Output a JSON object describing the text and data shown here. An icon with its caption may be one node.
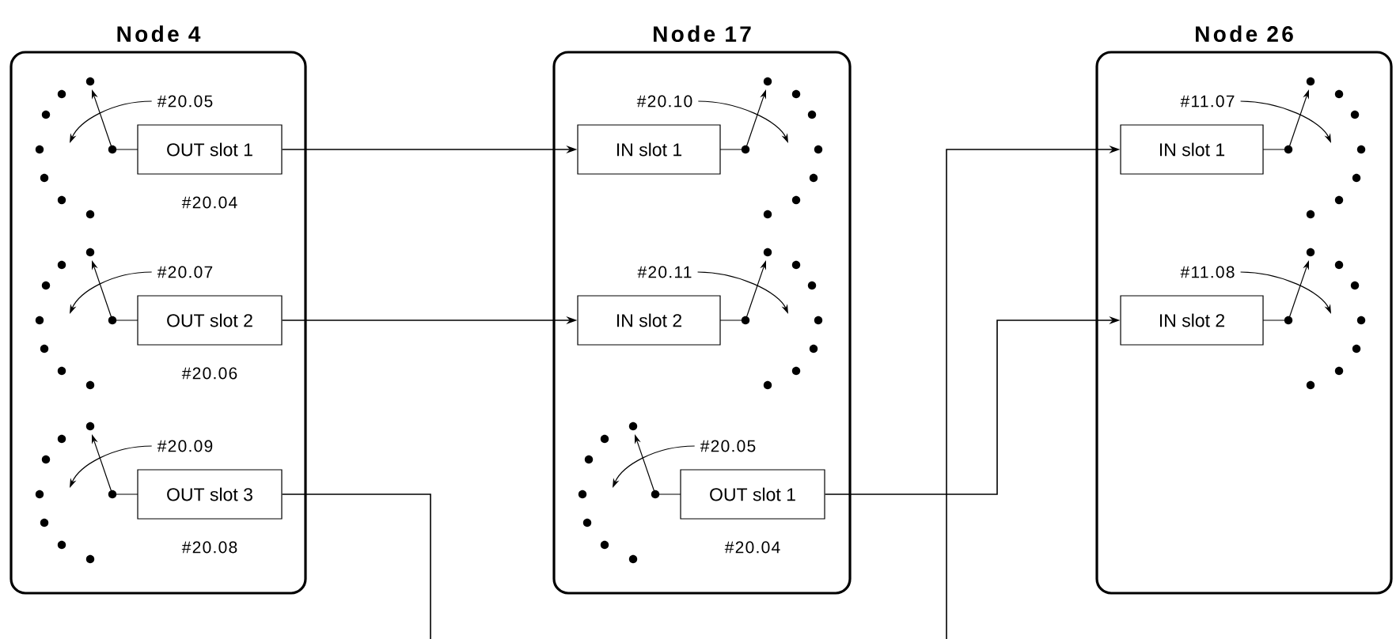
{
  "diagram": {
    "nodes": [
      {
        "text": [
          "Node 4"
        ]
      },
      {
        "text": [
          "OUT slot 1"
        ],
        "in": 0,
        "beside": [
          "#20.05",
          "#20.04"
        ]
      },
      {
        "text": [
          "OUT slot 2"
        ],
        "in": 0,
        "beside": [
          "#20.07",
          "#20.06"
        ]
      },
      {
        "text": [
          "OUT slot 3"
        ],
        "in": 0,
        "beside": [
          "#20.09",
          "#20.08"
        ]
      },
      {
        "text": [
          "Node 17"
        ]
      },
      {
        "text": [
          "IN slot 1"
        ],
        "in": 4,
        "beside": [
          "#20.10"
        ]
      },
      {
        "text": [
          "IN slot 2"
        ],
        "in": 4,
        "beside": [
          "#20.11"
        ]
      },
      {
        "text": [
          "OUT slot 1"
        ],
        "in": 4,
        "beside": [
          "#20.05",
          "#20.04"
        ]
      },
      {
        "text": [
          "Node 26"
        ]
      },
      {
        "text": [
          "IN slot 1"
        ],
        "in": 8,
        "beside": [
          "#11.07"
        ]
      },
      {
        "text": [
          "IN slot 2"
        ],
        "in": 8,
        "beside": [
          "#11.08"
        ]
      }
    ],
    "edges": [
      {
        "from": 1,
        "to": 5,
        "arrow": "to"
      },
      {
        "from": 2,
        "to": 6,
        "arrow": "to"
      },
      {
        "from": 3,
        "to": null,
        "arrow": "none"
      },
      {
        "from": 7,
        "to": 10,
        "arrow": "to"
      },
      {
        "from": null,
        "to": 9,
        "arrow": "to"
      }
    ]
  }
}
